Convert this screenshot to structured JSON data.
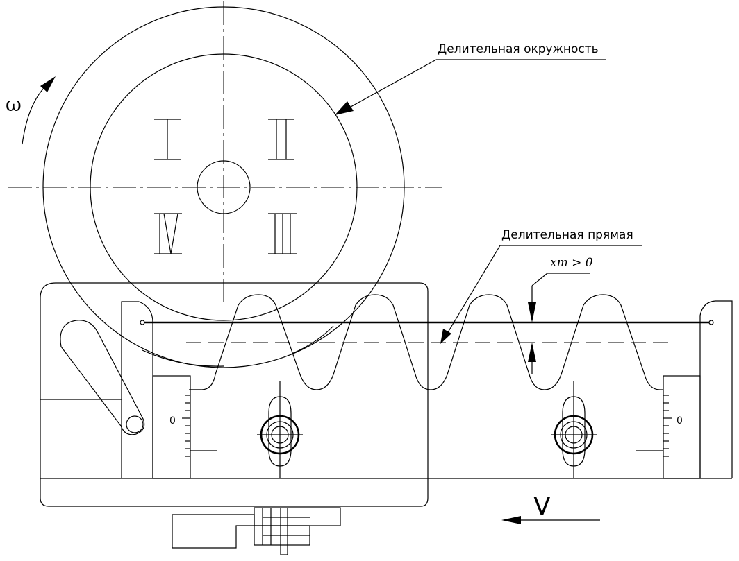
{
  "labels": {
    "pitch_circle": "Делительная окружность",
    "pitch_line": "Делительная прямая",
    "shift": "xm > 0",
    "omega": "ω",
    "velocity": "V",
    "scale_zero_left": "0",
    "scale_zero_right": "0"
  },
  "quadrants": [
    "I",
    "II",
    "III",
    "IV"
  ]
}
